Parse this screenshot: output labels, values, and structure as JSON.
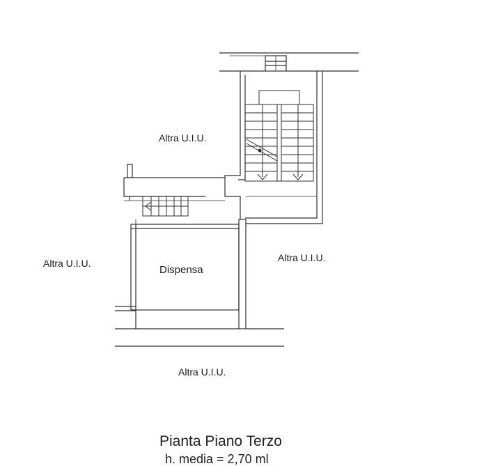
{
  "labels": {
    "other_unit_top": "Altra U.I.U.",
    "other_unit_left": "Altra U.I.U.",
    "other_unit_right": "Altra U.I.U.",
    "other_unit_bottom": "Altra U.I.U.",
    "room_name": "Dispensa"
  },
  "caption": {
    "title": "Pianta Piano Terzo",
    "subtitle": "h. media = 2,70 ml"
  },
  "colors": {
    "line": "#2a2a2a",
    "wall": "#3a3a3a"
  }
}
